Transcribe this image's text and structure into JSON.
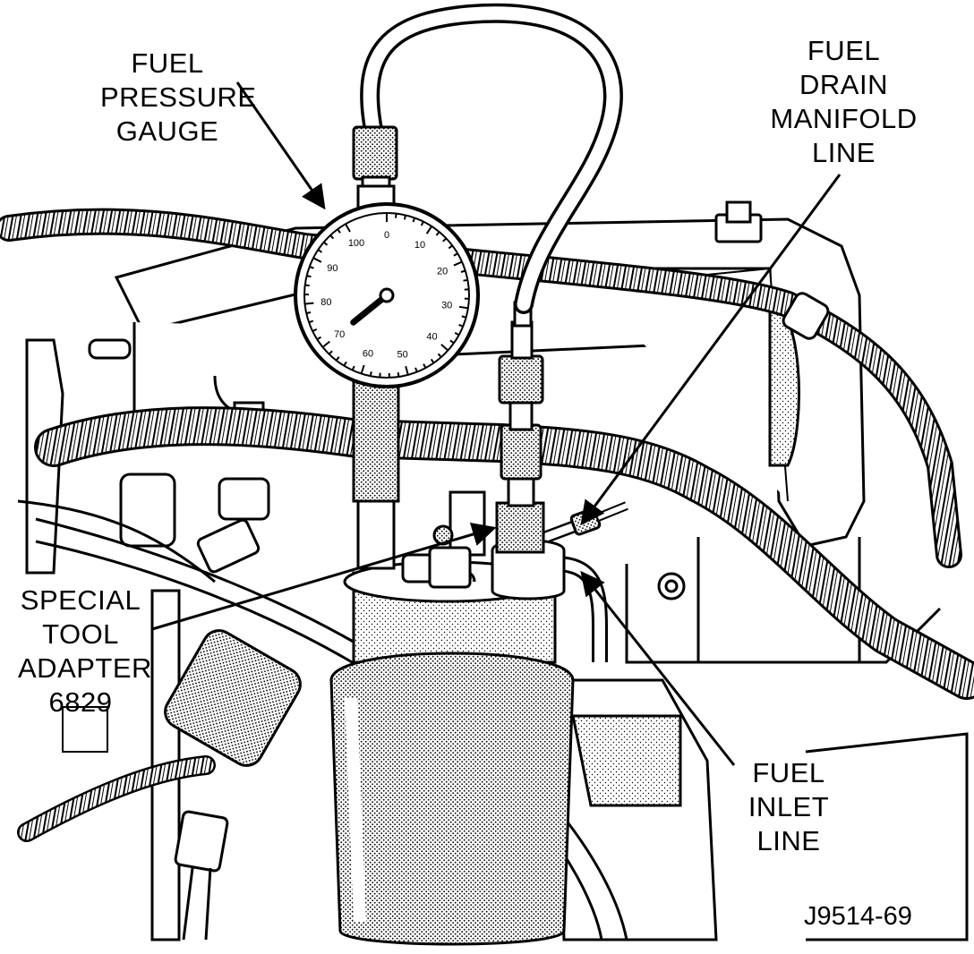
{
  "labels": {
    "fuel_pressure_gauge": [
      "FUEL",
      "PRESSURE",
      "GAUGE"
    ],
    "fuel_drain_manifold_line": [
      "FUEL",
      "DRAIN",
      "MANIFOLD",
      "LINE"
    ],
    "special_tool_adapter": [
      "SPECIAL",
      "TOOL",
      "ADAPTER",
      "6829"
    ],
    "fuel_inlet_line": [
      "FUEL",
      "INLET",
      "LINE"
    ]
  },
  "figure_code": "J9514-69",
  "gauge": {
    "dial_numbers": [
      "0",
      "10",
      "20",
      "30",
      "40",
      "50",
      "60",
      "70",
      "80",
      "90",
      "100"
    ],
    "needle_value": 70
  }
}
